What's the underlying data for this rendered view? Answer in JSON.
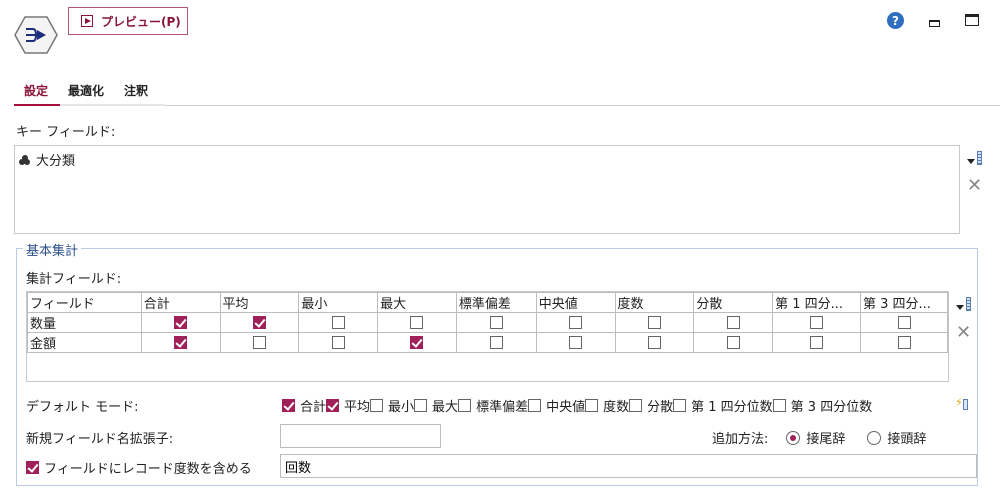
{
  "header": {
    "preview_label": "プレビュー(P)",
    "help_icon": "?"
  },
  "tabs": [
    {
      "label": "設定",
      "active": true
    },
    {
      "label": "最適化",
      "active": false
    },
    {
      "label": "注釈",
      "active": false
    }
  ],
  "key_fields": {
    "label": "キー フィールド:",
    "items": [
      {
        "icon": "nominal-field-icon",
        "name": "大分類"
      }
    ]
  },
  "basic_agg": {
    "legend": "基本集計",
    "agg_fields_label": "集計フィールド:",
    "columns": [
      "フィールド",
      "合計",
      "平均",
      "最小",
      "最大",
      "標準偏差",
      "中央値",
      "度数",
      "分散",
      "第 1 四分...",
      "第 3 四分..."
    ],
    "rows": [
      {
        "field": "数量",
        "checks": [
          true,
          true,
          false,
          false,
          false,
          false,
          false,
          false,
          false,
          false
        ]
      },
      {
        "field": "金額",
        "checks": [
          true,
          false,
          false,
          true,
          false,
          false,
          false,
          false,
          false,
          false
        ]
      }
    ],
    "default_mode_label": "デフォルト モード:",
    "default_mode": [
      {
        "label": "合計",
        "checked": true
      },
      {
        "label": "平均",
        "checked": true
      },
      {
        "label": "最小",
        "checked": false
      },
      {
        "label": "最大",
        "checked": false
      },
      {
        "label": "標準偏差",
        "checked": false
      },
      {
        "label": "中央値",
        "checked": false
      },
      {
        "label": "度数",
        "checked": false
      },
      {
        "label": "分散",
        "checked": false
      },
      {
        "label": "第 1 四分位数",
        "checked": false
      },
      {
        "label": "第 3 四分位数",
        "checked": false
      }
    ],
    "new_field_ext_label": "新規フィールド名拡張子:",
    "new_field_ext_value": "",
    "add_method_label": "追加方法:",
    "add_method_options": [
      {
        "label": "接尾辞",
        "selected": true
      },
      {
        "label": "接頭辞",
        "selected": false
      }
    ],
    "include_count_label": "フィールドにレコード度数を含める",
    "include_count_checked": true,
    "include_count_value": "回数"
  },
  "colors": {
    "accent": "#a0205a",
    "tab_active": "#8a1538",
    "legend": "#2a4f8a",
    "help": "#2f6fbf"
  }
}
